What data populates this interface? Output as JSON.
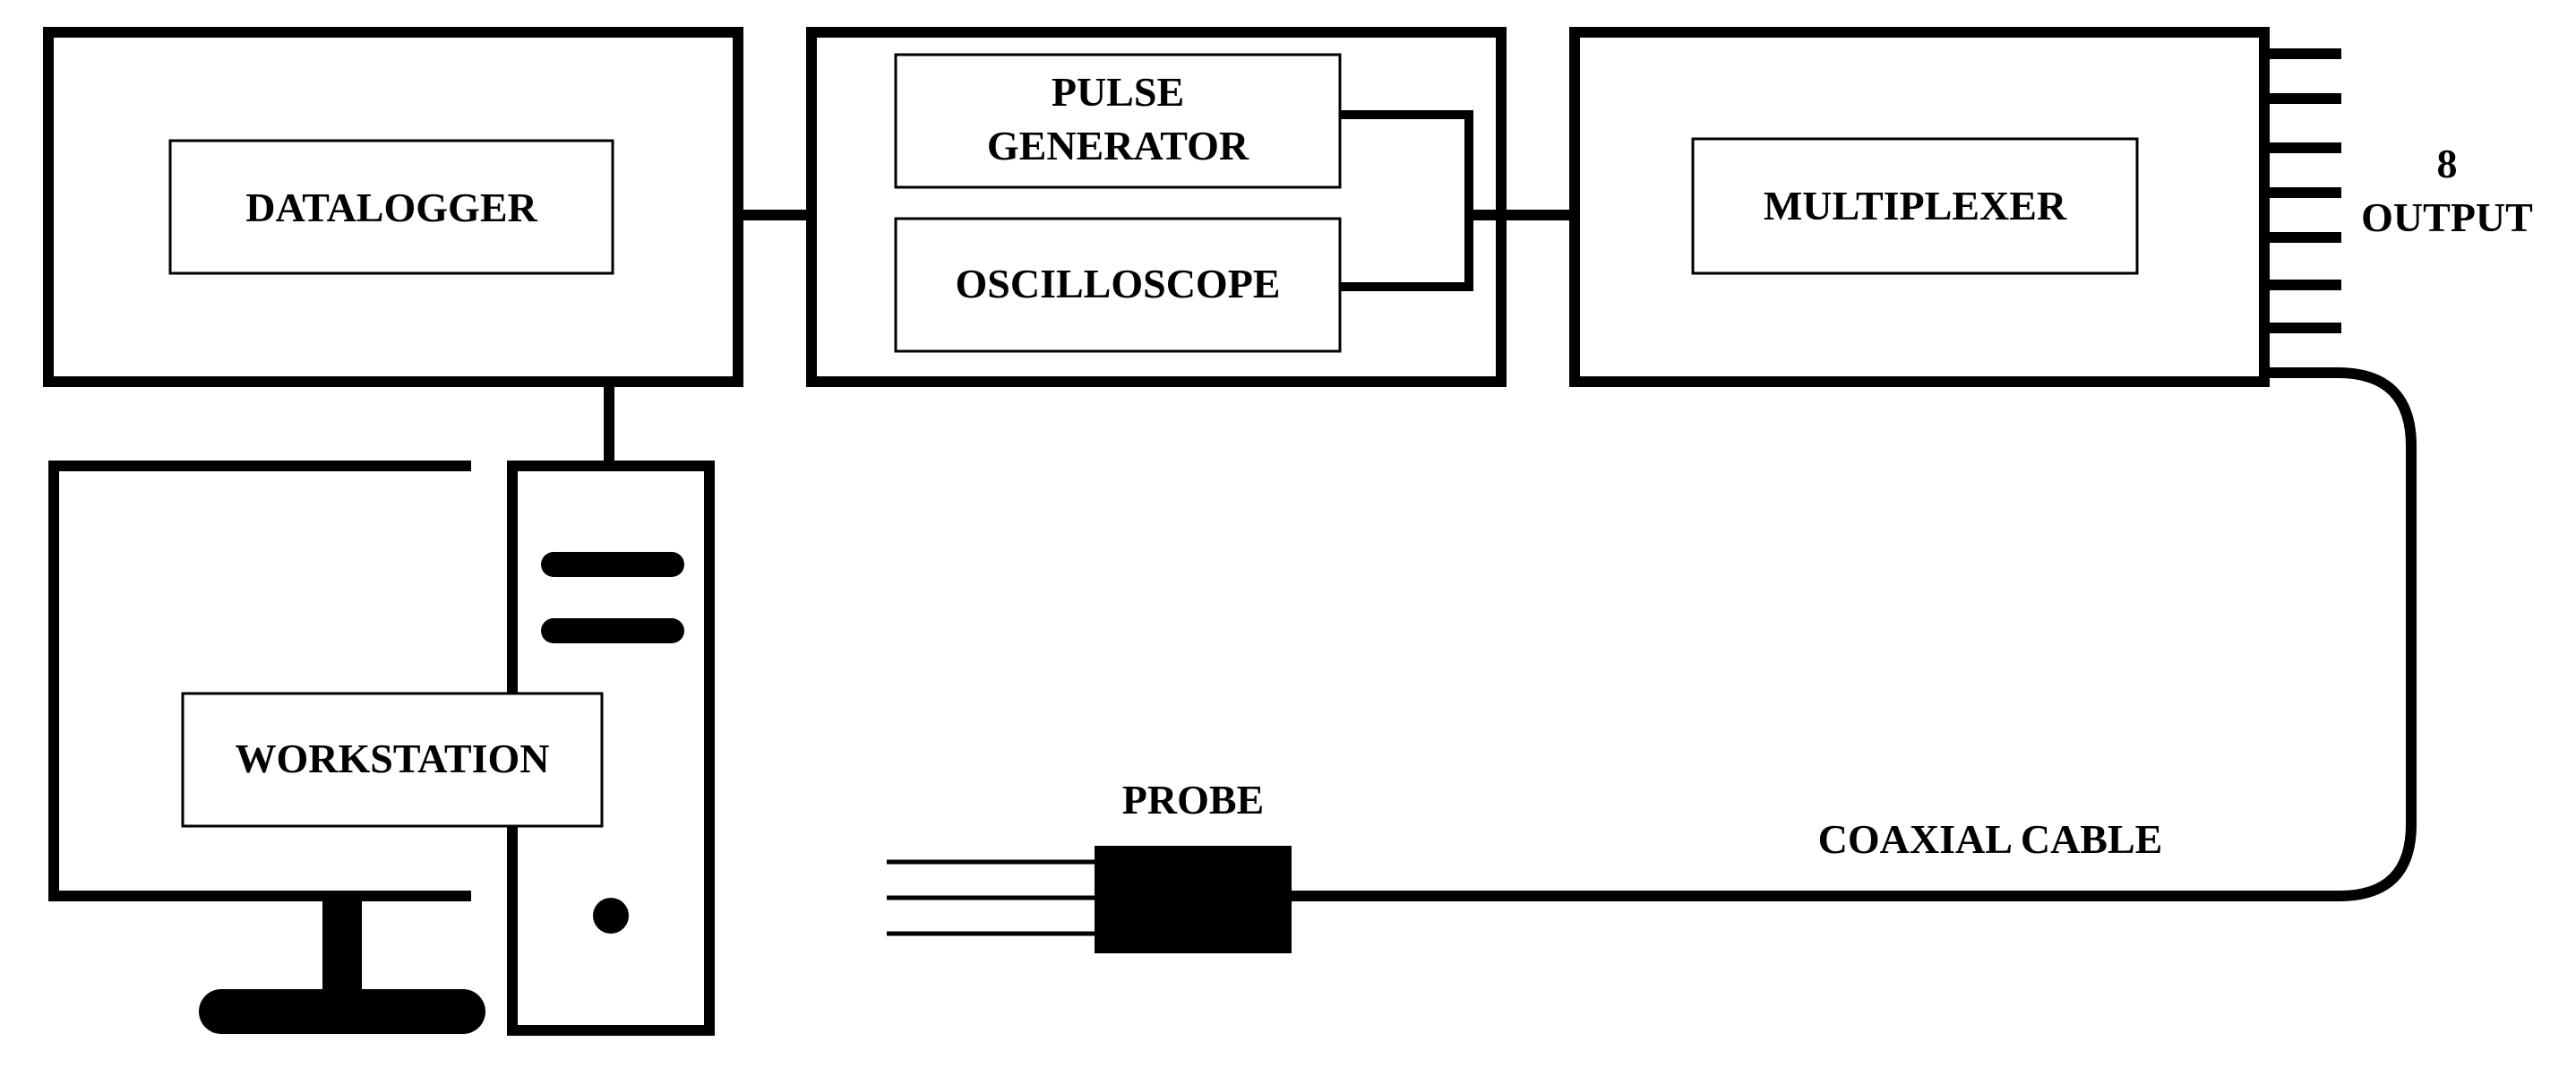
{
  "labels": {
    "datalogger": "DATALOGGER",
    "pulse_generator_line1": "PULSE",
    "pulse_generator_line2": "GENERATOR",
    "oscilloscope": "OSCILLOSCOPE",
    "multiplexer": "MULTIPLEXER",
    "output_count": "8",
    "output_word": "OUTPUT",
    "workstation": "WORKSTATION",
    "probe": "PROBE",
    "coaxial_cable": "COAXIAL CABLE"
  },
  "colors": {
    "line": "#000000",
    "background": "#ffffff"
  }
}
